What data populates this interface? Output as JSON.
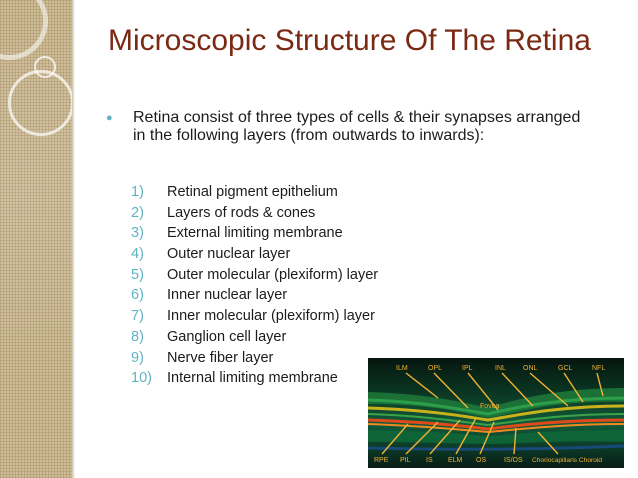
{
  "slide": {
    "title": "Microscopic Structure Of The Retina",
    "intro": "Retina consist of three types of cells & their synapses arranged in the following layers (from outwards to inwards):",
    "layers": [
      {
        "num": "1)",
        "text": "Retinal pigment epithelium"
      },
      {
        "num": "2)",
        "text": "Layers of rods & cones"
      },
      {
        "num": "3)",
        "text": "External limiting membrane"
      },
      {
        "num": "4)",
        "text": "Outer nuclear layer"
      },
      {
        "num": "5)",
        "text": "Outer molecular (plexiform) layer"
      },
      {
        "num": "6)",
        "text": "Inner nuclear layer"
      },
      {
        "num": "7)",
        "text": "Inner molecular (plexiform) layer"
      },
      {
        "num": "8)",
        "text": "Ganglion cell layer"
      },
      {
        "num": "9)",
        "text": "Nerve fiber layer"
      },
      {
        "num": "10)",
        "text": "Internal limiting membrane"
      }
    ],
    "colors": {
      "title": "#7a2a13",
      "accent": "#5fb3c4",
      "text": "#1c1c1c",
      "oct_label": "#f2b233"
    }
  },
  "oct_image": {
    "top_labels": [
      "ILM",
      "OPL",
      "IPL",
      "INL",
      "ONL",
      "GCL",
      "NFL"
    ],
    "center_label": "Fovea",
    "bottom_labels": [
      "RPE",
      "PIL",
      "IS",
      "ELM",
      "OS",
      "IS/OS",
      "Choriocapillaris Choroid"
    ]
  }
}
